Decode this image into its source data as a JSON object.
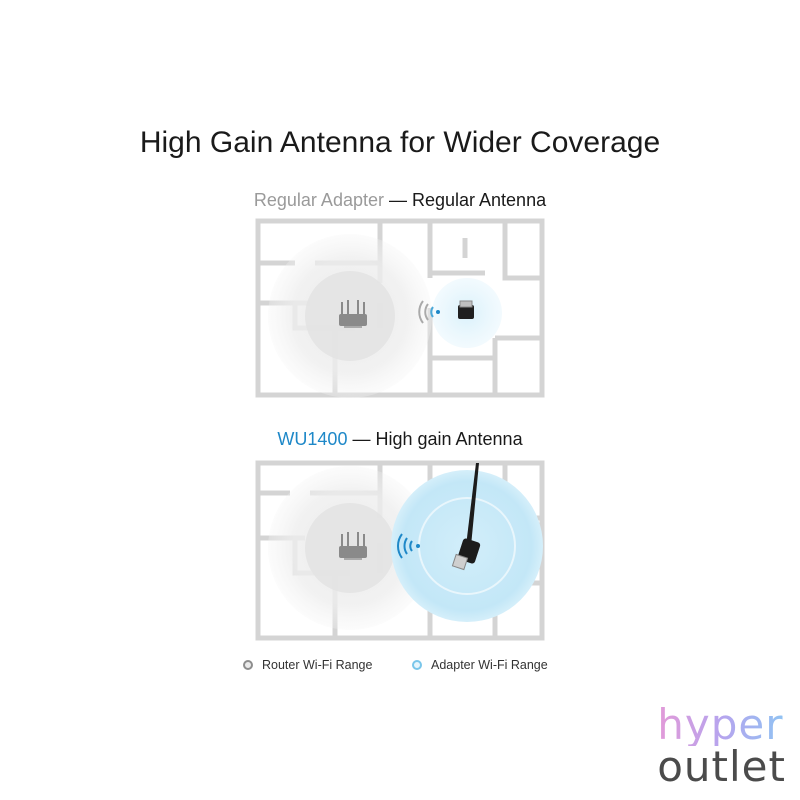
{
  "title": "High Gain Antenna for Wider Coverage",
  "regular": {
    "label_muted": "Regular Adapter",
    "label_rest": " — Regular Antenna"
  },
  "highgain": {
    "label_accent": "WU1400",
    "label_rest": " — High gain Antenna"
  },
  "legend": {
    "router": "Router Wi-Fi Range",
    "adapter": "Adapter Wi-Fi Range"
  },
  "logo": {
    "line1": "hyper",
    "line2": "outlet"
  },
  "colors": {
    "accent": "#1e88c8",
    "router_range": "#d8d8d8",
    "adapter_range": "#bfe6f6"
  },
  "icons": [
    "router-icon",
    "usb-adapter-icon",
    "wifi-signal-icon",
    "antenna-icon"
  ]
}
